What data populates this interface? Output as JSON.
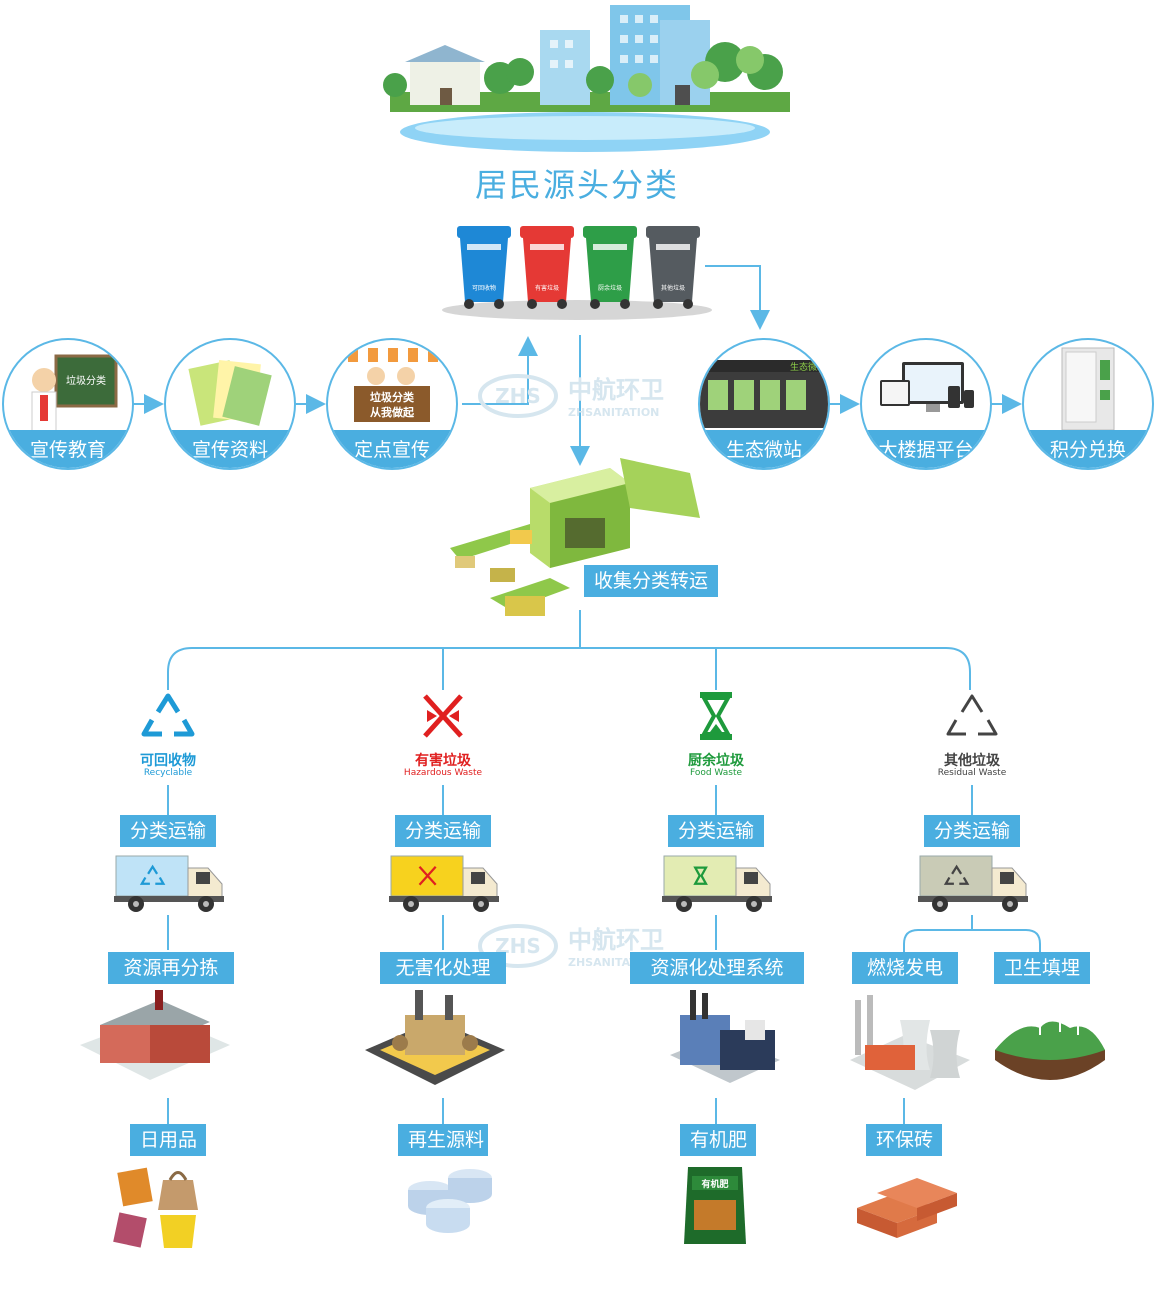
{
  "header": {
    "title": "居民源头分类"
  },
  "bins": [
    {
      "label": "可回收物",
      "color": "#1e88d6"
    },
    {
      "label": "有害垃圾",
      "color": "#e53935"
    },
    {
      "label": "厨余垃圾",
      "color": "#2e9e48"
    },
    {
      "label": "其他垃圾",
      "color": "#555b60"
    }
  ],
  "flow_left": [
    {
      "label": "宣传教育"
    },
    {
      "label": "宣传资料"
    },
    {
      "label": "定点宣传"
    }
  ],
  "flow_right": [
    {
      "label": "生态微站"
    },
    {
      "label": "大楼据平台"
    },
    {
      "label": "积分兑换"
    }
  ],
  "booth_sign": [
    "垃圾分类",
    "从我做起"
  ],
  "blackboard_text": "垃圾分类",
  "station_sign": "生态微站",
  "center": {
    "collection_label": "收集分类转运"
  },
  "watermark": {
    "cn": "中航环卫",
    "en": "ZHSANITATION",
    "logo": "ZHS"
  },
  "categories": [
    {
      "cn": "可回收物",
      "en": "Recyclable",
      "color": "#1e9ad6",
      "icon": "recycle-icon",
      "transport": "分类运输",
      "process": "资源再分拣",
      "product": "日用品"
    },
    {
      "cn": "有害垃圾",
      "en": "Hazardous Waste",
      "color": "#e02020",
      "icon": "hazard-x-icon",
      "transport": "分类运输",
      "process": "无害化处理",
      "product": "再生源料"
    },
    {
      "cn": "厨余垃圾",
      "en": "Food Waste",
      "color": "#1e9a3c",
      "icon": "hourglass-icon",
      "transport": "分类运输",
      "process": "资源化处理系统",
      "product": "有机肥"
    },
    {
      "cn": "其他垃圾",
      "en": "Residual Waste",
      "color": "#444444",
      "icon": "recycle-outline-icon",
      "transport": "分类运输",
      "process_a": "燃烧发电",
      "process_b": "卫生填埋",
      "product": "环保砖"
    }
  ],
  "fertilizer_text": "有机肥"
}
